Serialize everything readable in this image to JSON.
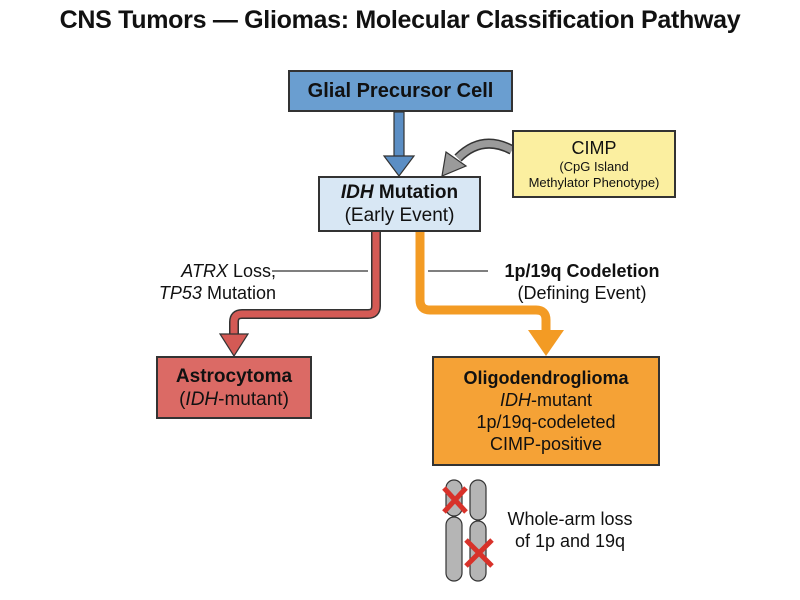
{
  "title": "CNS Tumors — Gliomas: Molecular Classification Pathway",
  "nodes": {
    "precursor": {
      "label": "Glial Precursor Cell"
    },
    "cimp": {
      "title": "CIMP",
      "line1": "(CpG Island",
      "line2": "Methylator Phenotype)"
    },
    "idh": {
      "gene": "IDH",
      "rest": " Mutation",
      "sub": "(Early Event)"
    },
    "astrocytoma": {
      "name": "Astrocytoma",
      "sub_open": "(",
      "sub_gene": "IDH",
      "sub_rest": "-mutant)"
    },
    "oligodendroglioma": {
      "name": "Oligodendroglioma",
      "line1_gene": "IDH",
      "line1_rest": "-mutant",
      "line2": "1p/19q-codeleted",
      "line3": "CIMP-positive"
    }
  },
  "edge_labels": {
    "left_gene1": "ATRX",
    "left_rest1": " Loss,",
    "left_gene2": "TP53",
    "left_rest2": " Mutation",
    "right_title": "1p/19q Codeletion",
    "right_sub": "(Defining Event)"
  },
  "chromosome_note": {
    "line1": "Whole-arm loss",
    "line2": "of 1p and 19q"
  },
  "colors": {
    "precursor": "#6a9ed0",
    "cimp": "#fbefa0",
    "idh": "#d8e7f4",
    "astrocytoma": "#db6a65",
    "oligodendroglioma": "#f5a236",
    "arrow_blue": "#5b8ec4",
    "arrow_gray": "#9a9a9a",
    "arrow_red": "#d45a55",
    "arrow_orange": "#f39b24",
    "cross": "#d8322a",
    "chromosome": "#b5b5b5"
  }
}
